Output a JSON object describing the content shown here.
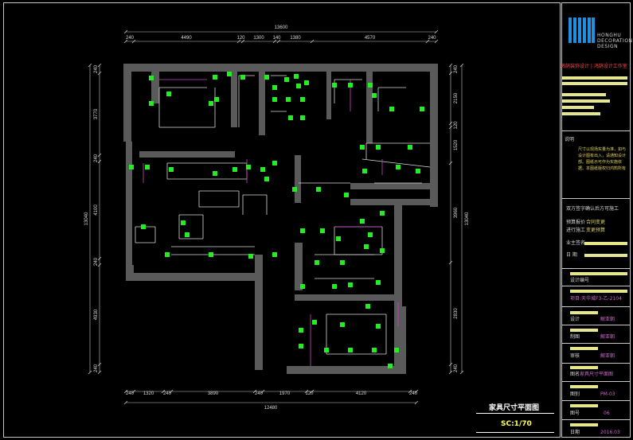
{
  "drawing": {
    "title": "家具尺寸平面图",
    "scale": "SC:1/70"
  },
  "dimensions": {
    "top_total": "13600",
    "top": [
      "240",
      "4490",
      "120",
      "1300",
      "140",
      "1380",
      "4570",
      "240"
    ],
    "bottom_total": "12480",
    "bottom": [
      "240",
      "1320",
      "240",
      "3890",
      "240",
      "1970",
      "120",
      "4120",
      "240"
    ],
    "left_total": "13040",
    "left": [
      "240",
      "3770",
      "240",
      "4100",
      "240",
      "4930",
      "240"
    ],
    "right_total": "13040",
    "right": [
      "240",
      "2150",
      "120",
      "1520",
      "3960",
      "2830",
      "240"
    ]
  },
  "title_block": {
    "logo_lines": [
      "HONGHU",
      "DECORATION",
      "DESIGN"
    ],
    "company_red": "鸿鹄装饰设计 | 鸿鹄设计工作室",
    "notes_heading": "说明",
    "notes": "尺寸以现场实量为准，如与设计图有出入，请通知设计部。图纸示可作为实施依据。本图纸版权归鸿鹄所有",
    "approval_text": "双方签字确认后方可施工",
    "budget_label": "预算报价",
    "budget_value": "合同变更",
    "construction_label": "进行施工",
    "construction_value": "变更预算",
    "owner_sign_label": "业主签名",
    "date_label": "日    期",
    "design_no_label": "设计编号",
    "project_value": "项目:天华城F3-乙-2104",
    "designer_label": "设计",
    "designer_value": "解亚朝",
    "drafter_label": "制图",
    "drafter_value": "解亚朝",
    "checker_label": "审核",
    "checker_value": "解亚朝",
    "drawing_name_label": "图名",
    "drawing_name_value": "家具尺寸平面图",
    "sheet_label": "图别",
    "sheet_value": "PM-03",
    "number_label": "图号",
    "number_value": "06",
    "date2_label": "日期",
    "date2_value": "2016.03"
  },
  "colors": {
    "wall": "#5a5a5a",
    "line": "#d8d8d8",
    "marker": "#22ee22",
    "magenta": "#cc44cc",
    "dimension": "#c8c8c8"
  }
}
